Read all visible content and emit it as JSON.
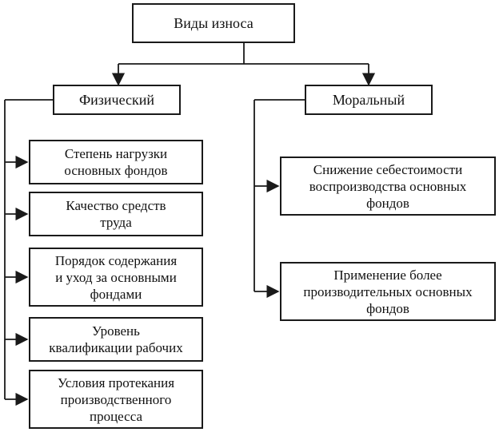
{
  "root": {
    "label": "Виды износа"
  },
  "physical": {
    "label": "Физический",
    "items": [
      "Степень нагрузки\nосновных фондов",
      "Качество средств\nтруда",
      "Порядок содержания\nи уход за основными\nфондами",
      "Уровень\nквалификации рабочих",
      "Условия протекания\nпроизводственного\nпроцесса"
    ]
  },
  "moral": {
    "label": "Моральный",
    "items": [
      "Снижение себестоимости\nвоспроизводства основных\nфондов",
      "Применение более\nпроизводительных основных\nфондов"
    ]
  }
}
